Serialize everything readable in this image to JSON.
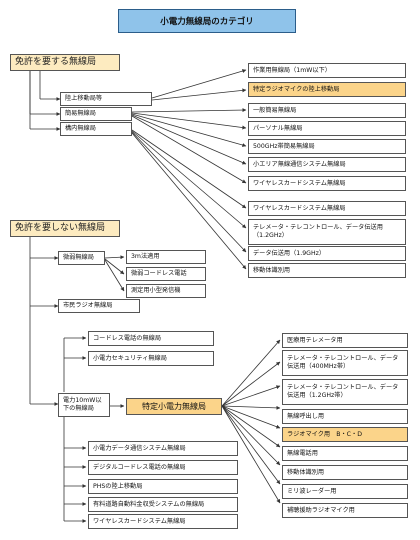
{
  "title": "小電力無線局のカテゴリ",
  "licensed": {
    "label": "免許を要する無線局",
    "land_mobile": "陸上移動局等",
    "simple": "簡易無線局",
    "premises": "構内無線局",
    "right_items": [
      "作業用無線局（1mW以下）",
      "特定ラジオマイクの陸上移動局",
      "一般簡易無線局",
      "パーソナル無線局",
      "500GHz帯簡易無線局",
      "小エリア無線通信システム無線局",
      "ワイヤレスカードシステム無線局",
      "ワイヤレスカードシステム無線局",
      "テレメータ・テレコントロール、データ伝送用（1.2GHz）",
      "データ伝送用（1.9GHz）",
      "移動体識別用"
    ]
  },
  "unlicensed": {
    "label": "免許を要しない無線局",
    "weak": "微弱無線局",
    "weak_items": [
      "3m法適用",
      "微弱コードレス電話",
      "測定用小型発信機"
    ],
    "cb": "市民ラジオ無線局",
    "upper_items": [
      "コードレス電話の無線局",
      "小電力セキュリティ無線局"
    ],
    "under10mw": "電力10mW以下の無線局",
    "specified": "特定小電力無線局",
    "specified_items": [
      "医療用テレメータ用",
      "テレメータ・テレコントロール、データ伝送用（400MHz帯）",
      "テレメータ・テレコントロール、データ伝送用（1.2GHz帯）",
      "無線呼出し用",
      "ラジオマイク用　B・C・D",
      "無線電話用",
      "移動体識別用",
      "ミリ波レーダー用",
      "補聴援助ラジオマイク用"
    ],
    "lower_items": [
      "小電力データ通信システム無線局",
      "デジタルコードレス電話の無線局",
      "PHSの陸上移動局",
      "有料道路自動料金収受システムの無線局",
      "ワイヤレスカードシステム無線局"
    ]
  }
}
